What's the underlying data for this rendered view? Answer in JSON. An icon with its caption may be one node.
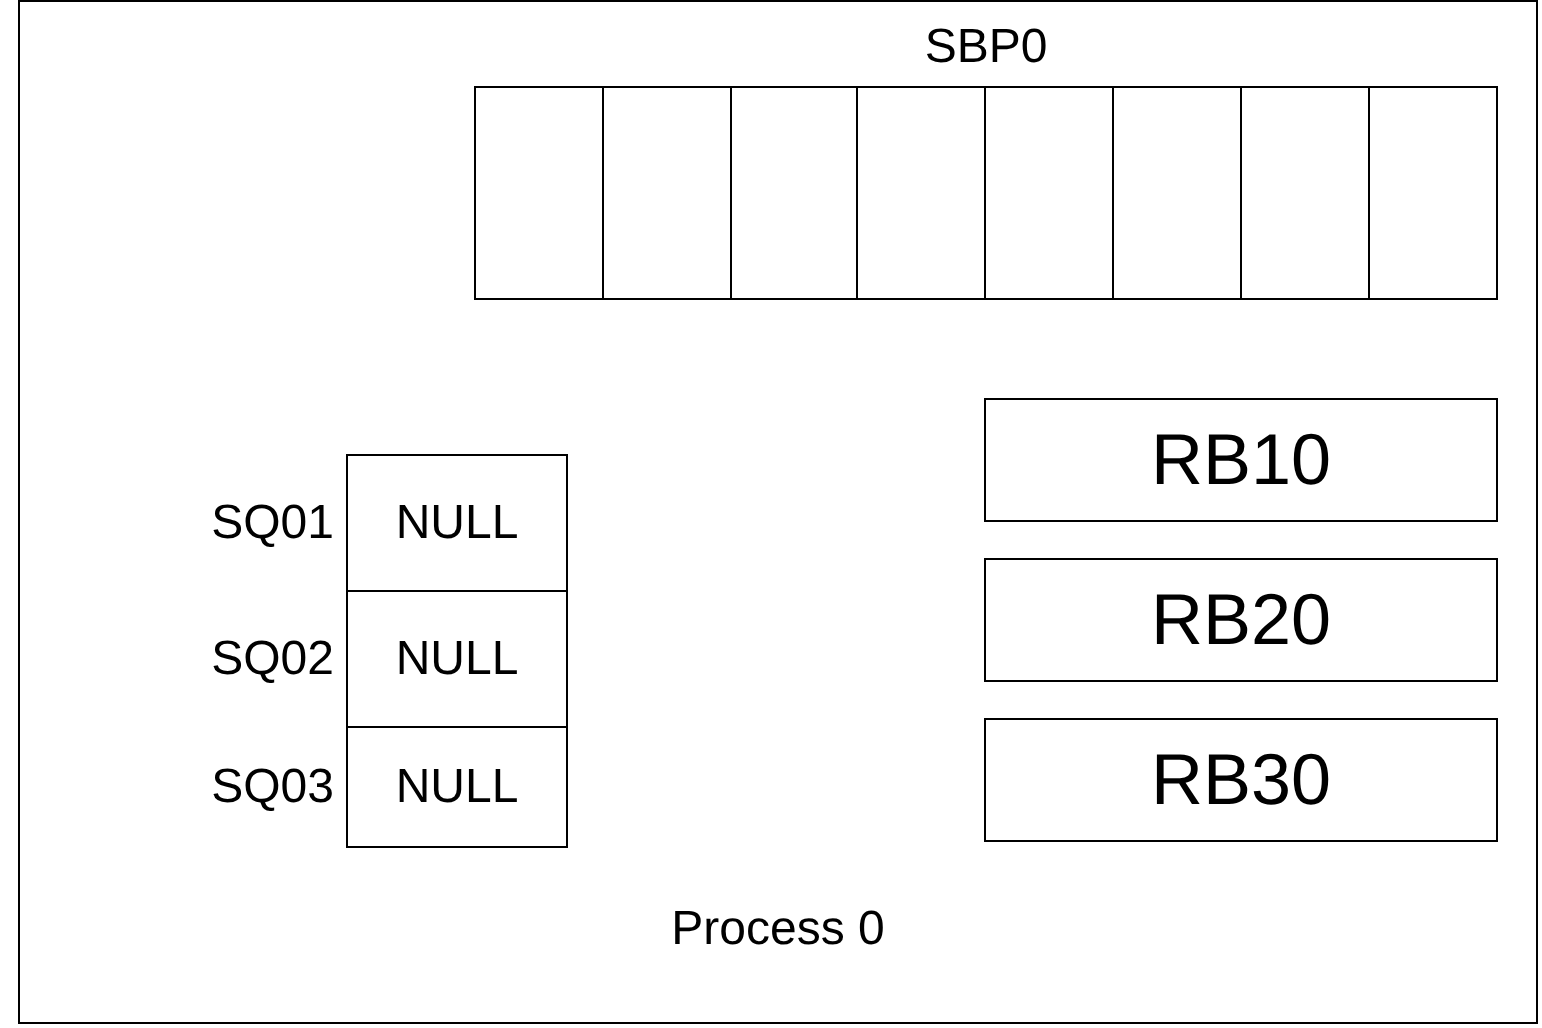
{
  "diagram": {
    "nodes": [
      {
        "text": [
          "Process 0"
        ]
      },
      {
        "text": [
          "SBP0"
        ],
        "in": 0
      },
      {
        "text": [],
        "shape": "box",
        "in": 1
      },
      {
        "text": [],
        "shape": "box",
        "in": 1
      },
      {
        "text": [],
        "shape": "box",
        "in": 1
      },
      {
        "text": [],
        "shape": "box",
        "in": 1
      },
      {
        "text": [],
        "shape": "box",
        "in": 1
      },
      {
        "text": [],
        "shape": "box",
        "in": 1
      },
      {
        "text": [],
        "shape": "box",
        "in": 1
      },
      {
        "text": [],
        "shape": "box",
        "in": 1
      },
      {
        "text": [
          "RB10"
        ],
        "in": 0
      },
      {
        "text": [
          "NULL"
        ],
        "in": 0,
        "beside": [
          "SQ01"
        ]
      },
      {
        "text": [
          "RB20"
        ],
        "in": 0
      },
      {
        "text": [
          "NULL"
        ],
        "in": 0,
        "beside": [
          "SQ02"
        ]
      },
      {
        "text": [
          "NULL"
        ],
        "in": 0,
        "beside": [
          "SQ03"
        ]
      },
      {
        "text": [
          "RB30"
        ],
        "in": 0
      }
    ]
  }
}
